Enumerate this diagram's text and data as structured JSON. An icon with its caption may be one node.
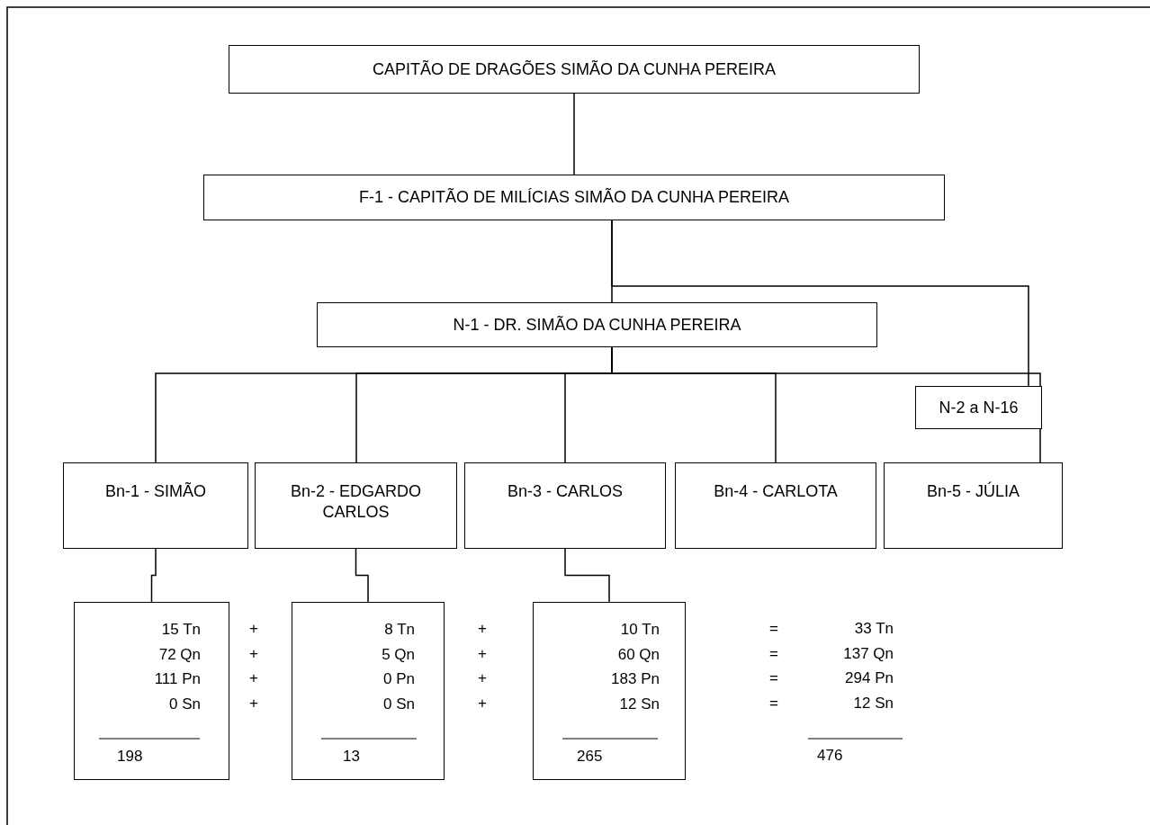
{
  "diagram": {
    "nodes": [
      {
        "text": [
          "CAPITÃO DE DRAGÕES SIMÃO DA CUNHA PEREIRA"
        ]
      },
      {
        "text": [
          "F-1 - CAPITÃO DE MILÍCIAS SIMÃO DA CUNHA PEREIRA"
        ]
      },
      {
        "text": [
          "N-1 - DR. SIMÃO DA CUNHA PEREIRA"
        ]
      },
      {
        "text": [
          "N-2 a N-16"
        ]
      },
      {
        "text": [
          "Bn-1 - SIMÃO"
        ]
      },
      {
        "text": [
          "Bn-2 - EDGARDO CARLOS"
        ]
      },
      {
        "text": [
          "Bn-3 - CARLOS"
        ]
      },
      {
        "text": [
          "Bn-4 - CARLOTA"
        ]
      },
      {
        "text": [
          "Bn-5 - JÚLIA"
        ]
      },
      {
        "text": [
          "15 Tn",
          "72 Qn",
          "111 Pn",
          "0 Sn",
          "198"
        ]
      },
      {
        "text": [
          "8 Tn",
          "5 Qn",
          "0 Pn",
          "0 Sn",
          "13"
        ]
      },
      {
        "text": [
          "10 Tn",
          "60 Qn",
          "183 Pn",
          "12 Sn",
          "265"
        ]
      }
    ],
    "edges": [
      {
        "from": 0,
        "to": 1,
        "arrow": "none"
      },
      {
        "from": 1,
        "to": 2,
        "arrow": "none"
      },
      {
        "from": 1,
        "to": 3,
        "arrow": "none"
      },
      {
        "from": 2,
        "to": 4,
        "arrow": "none"
      },
      {
        "from": 2,
        "to": 5,
        "arrow": "none"
      },
      {
        "from": 2,
        "to": 6,
        "arrow": "none"
      },
      {
        "from": 2,
        "to": 7,
        "arrow": "none"
      },
      {
        "from": 2,
        "to": 8,
        "arrow": "none"
      },
      {
        "from": 4,
        "to": 9,
        "arrow": "none"
      },
      {
        "from": 5,
        "to": 10,
        "arrow": "none"
      },
      {
        "from": 6,
        "to": 11,
        "arrow": "none"
      }
    ],
    "labels": [
      "+",
      "+",
      "=",
      "33 Tn",
      "+",
      "+",
      "=",
      "137 Qn",
      "+",
      "+",
      "=",
      "294 Pn",
      "+",
      "+",
      "=",
      "12 Sn",
      "476"
    ]
  }
}
